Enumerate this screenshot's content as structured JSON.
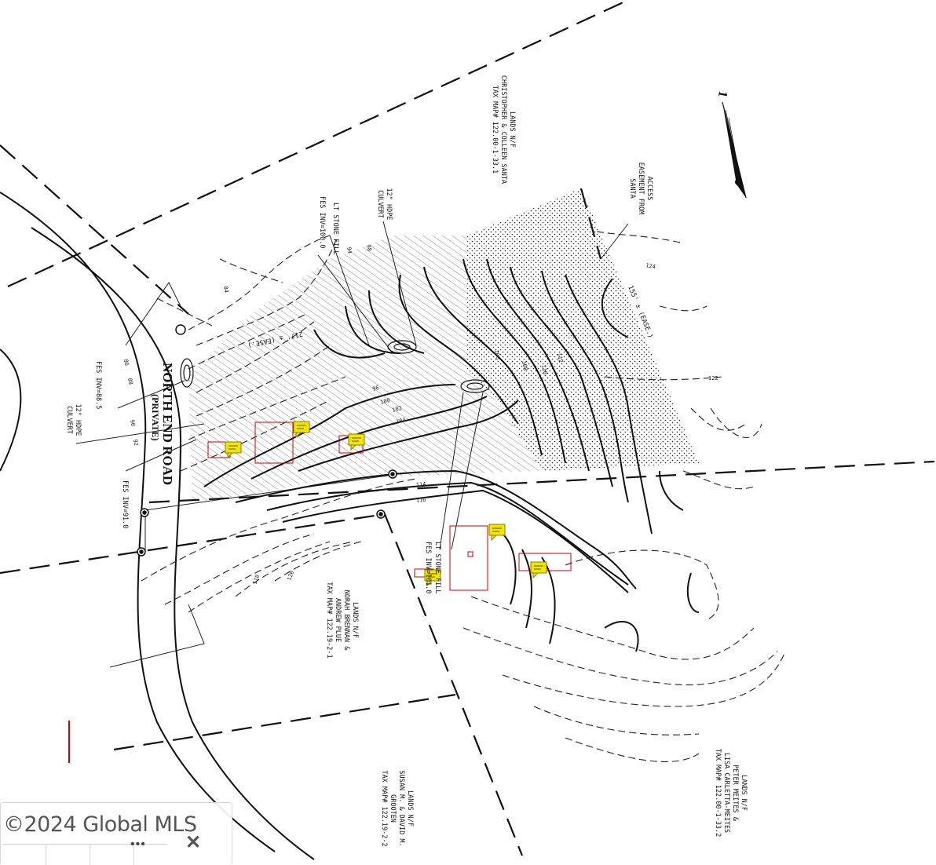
{
  "map": {
    "road_name": "NORTH END ROAD",
    "road_note": "(PRIVATE)",
    "north_arrow": "north-arrow-icon",
    "labels": {
      "santa_lands": [
        "LANDS N/F",
        "CHRISTOPHER & COLLEEN SANTA",
        "TAX MAP# 122.00-1-33.1"
      ],
      "access_easement": [
        "ACCESS",
        "EASEMENT FROM",
        "SANTA"
      ],
      "hdpe_culvert_top": [
        "12\" HDPE",
        "CULVERT"
      ],
      "stone_fill_top": "LT STONE FILL",
      "fes_inv_top": "FES INV=100.0",
      "fes_inv_left": "FES INV=88.5",
      "hdpe_culvert_left": [
        "12\" HDPE",
        "CULVERT"
      ],
      "fes_inv_bottom_left": "FES INV=91.0",
      "ease_217": "217' ± (EASE.)",
      "ease_155": "155' ± (EASE.)",
      "brennan_lands": [
        "LANDS N/F",
        "NORAH BRENNAN &",
        "ANDREW PLUE",
        "TAX MAP# 122.19-2-1"
      ],
      "stone_fill_bottom": "LT STONE FILL",
      "fes_inv_bottom": "FES INV=101.0",
      "grooten_lands": [
        "LANDS N/F",
        "SUSAN M. & DAVID M.",
        "GROOTEN",
        "TAX MAP# 122.19-2-2"
      ],
      "meites_lands": [
        "LANDS N/F",
        "PETER MEITES &",
        "LISA CARLETTA-MEITES",
        "TAX MAP# 122.00-1-33.2"
      ]
    },
    "contours": [
      "84",
      "86",
      "88",
      "90",
      "92",
      "94",
      "96",
      "98",
      "100",
      "102",
      "104",
      "106",
      "108",
      "110",
      "112",
      "114",
      "116",
      "118",
      "120",
      "122",
      "124"
    ]
  },
  "watermark": {
    "text": "©2024 Global MLS",
    "menu_icon": "more-dots-icon",
    "close_icon": "close-icon",
    "dots_glyph": "•••",
    "close_glyph": "✕"
  },
  "colors": {
    "markup_red": "#cc0000",
    "note_yellow": "#f2e600",
    "line": "#111111"
  }
}
